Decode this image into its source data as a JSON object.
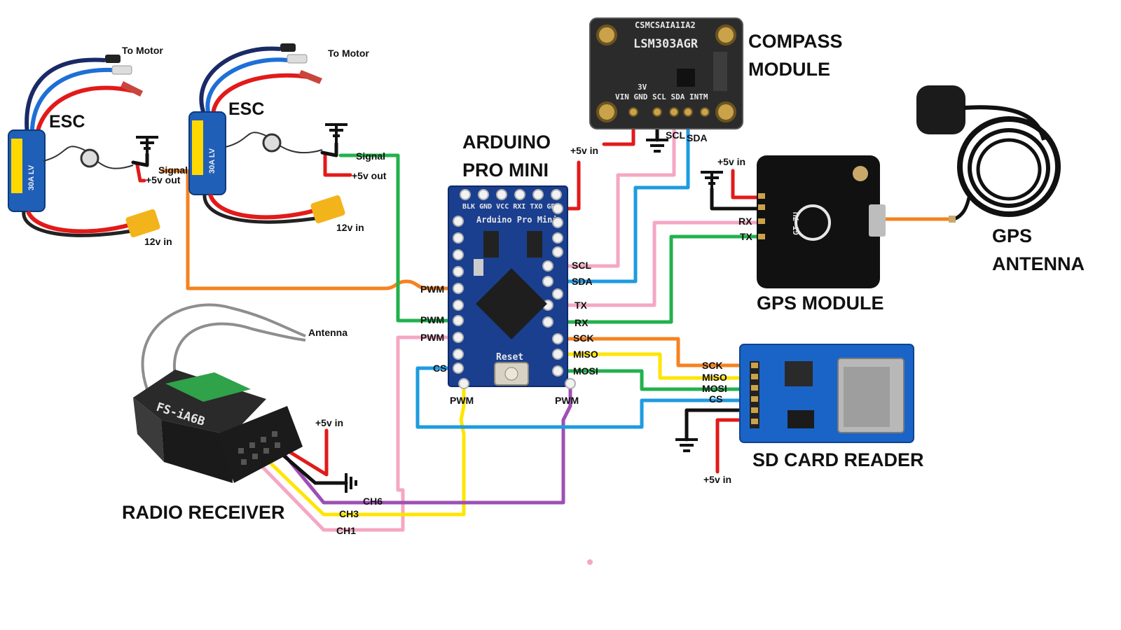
{
  "colors": {
    "orange": "#f58220",
    "green": "#22b14c",
    "pink": "#f4a7c4",
    "blue": "#1e9be0",
    "yellow": "#ffe500",
    "purple": "#9e4fb3",
    "red": "#e21a1a",
    "black": "#111111",
    "arduino_board": "#1b3f8f",
    "sd_board": "#1a64c8",
    "gps_board": "#111111",
    "compass_board": "#2b2b2b",
    "esc_body": "#1f5fb7"
  },
  "esc_left": {
    "title": "ESC",
    "to_motor": "To Motor",
    "signal": "Signal",
    "power_out": "+5v out",
    "power_in": "12v in",
    "rating": "30A LV"
  },
  "esc_right": {
    "title": "ESC",
    "to_motor": "To Motor",
    "signal": "Signal",
    "power_out": "+5v out",
    "power_in": "12v in",
    "rating": "30A LV"
  },
  "arduino": {
    "title_line1": "ARDUINO",
    "title_line2": "PRO MINI",
    "silk_top": "BLK GND VCC RXI TXO GRN",
    "silk_name": "Arduino Pro Mini",
    "reset_label": "Reset",
    "power_in": "+5v in",
    "left_pins": [
      {
        "label": "PWM",
        "color": "orange"
      },
      {
        "label": "PWM",
        "color": "green"
      },
      {
        "label": "PWM",
        "color": "pink"
      },
      {
        "label": "CS",
        "color": "blue"
      }
    ],
    "right_pins": [
      {
        "label": "SCL",
        "color": "pink"
      },
      {
        "label": "SDA",
        "color": "blue"
      },
      {
        "label": "TX",
        "color": "pink"
      },
      {
        "label": "RX",
        "color": "green"
      },
      {
        "label": "SCK",
        "color": "orange"
      },
      {
        "label": "MISO",
        "color": "yellow"
      },
      {
        "label": "MOSI",
        "color": "green"
      }
    ],
    "bottom_pins": [
      {
        "label": "PWM",
        "color": "yellow"
      },
      {
        "label": "PWM",
        "color": "purple"
      }
    ]
  },
  "compass": {
    "title_line1": "COMPASS",
    "title_line2": "MODULE",
    "chip_line1": "CSMCSAIA1IA2",
    "chip_line2": "LSM303AGR",
    "silk_bottom": "VIN GND SCL SDA INTM",
    "silk_3v": "3V",
    "scl": "SCL",
    "sda": "SDA",
    "power_in": "+5v in"
  },
  "gps": {
    "title": "GPS MODULE",
    "rx": "RX",
    "tx": "TX",
    "power_in": "+5v in",
    "chip": "GT-7U"
  },
  "antenna": {
    "title_line1": "GPS",
    "title_line2": "ANTENNA"
  },
  "sd": {
    "title": "SD CARD READER",
    "pins": [
      "SCK",
      "MISO",
      "MOSI",
      "CS"
    ],
    "power_in": "+5v in"
  },
  "receiver": {
    "title": "RADIO RECEIVER",
    "antenna": "Antenna",
    "model": "FS-iA6B",
    "power_in": "+5v in",
    "ch6": "CH6",
    "ch3": "CH3",
    "ch1": "CH1"
  }
}
